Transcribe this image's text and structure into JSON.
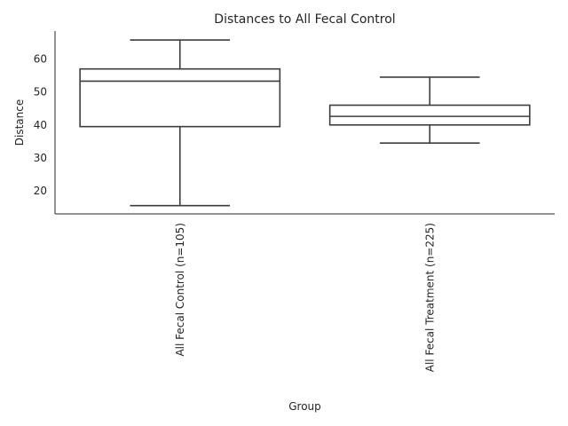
{
  "chart_data": {
    "type": "box",
    "title": "Distances to All Fecal Control",
    "xlabel": "Group",
    "ylabel": "Distance",
    "ylim": [
      13,
      68.5
    ],
    "yticks": [
      20,
      30,
      40,
      50,
      60
    ],
    "grid": false,
    "categories": [
      "All Fecal Control (n=105)",
      "All Fecal Treatment (n=225)"
    ],
    "boxes": [
      {
        "whislo": 15.5,
        "q1": 39.5,
        "med": 53.3,
        "q3": 57.0,
        "whishi": 65.8
      },
      {
        "whislo": 34.5,
        "q1": 40.0,
        "med": 42.6,
        "q3": 46.0,
        "whishi": 54.5
      }
    ]
  }
}
